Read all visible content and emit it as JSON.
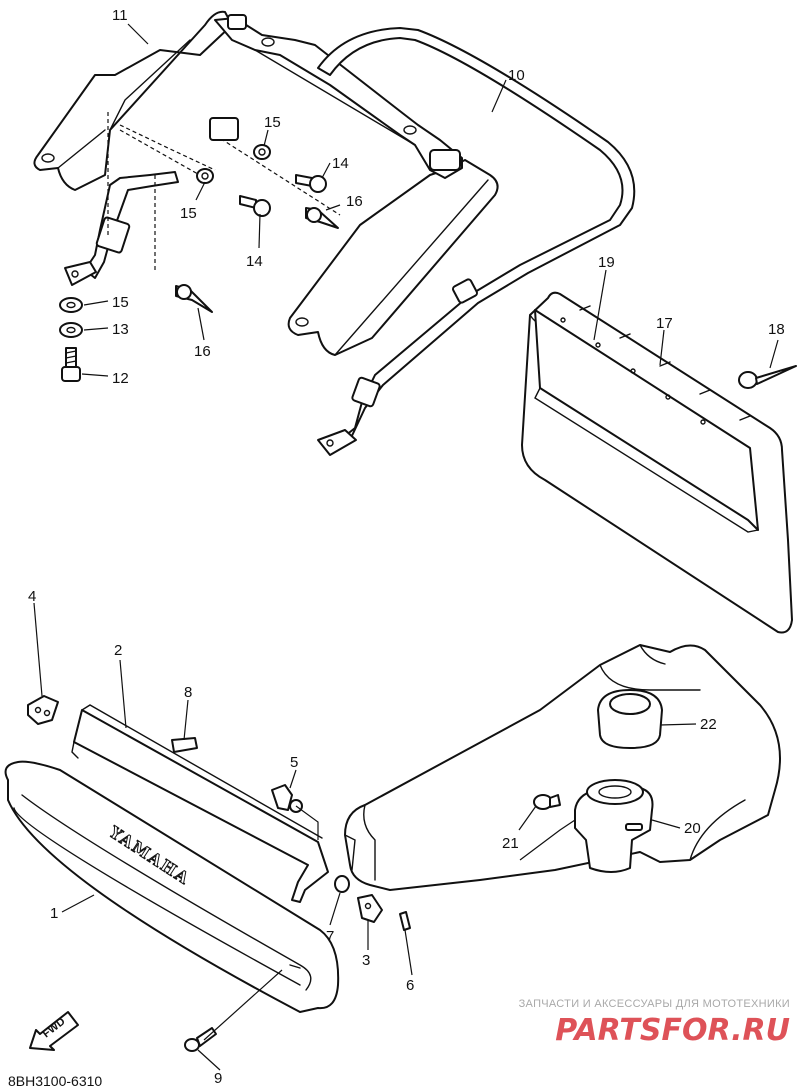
{
  "callouts": [
    {
      "id": "c11",
      "text": "11"
    },
    {
      "id": "c10",
      "text": "10"
    },
    {
      "id": "c15a",
      "text": "15"
    },
    {
      "id": "c15b",
      "text": "15"
    },
    {
      "id": "c14a",
      "text": "14"
    },
    {
      "id": "c16a",
      "text": "16"
    },
    {
      "id": "c14b",
      "text": "14"
    },
    {
      "id": "c15c",
      "text": "15"
    },
    {
      "id": "c13",
      "text": "13"
    },
    {
      "id": "c12",
      "text": "12"
    },
    {
      "id": "c16b",
      "text": "16"
    },
    {
      "id": "c19",
      "text": "19"
    },
    {
      "id": "c17",
      "text": "17"
    },
    {
      "id": "c18",
      "text": "18"
    },
    {
      "id": "c4",
      "text": "4"
    },
    {
      "id": "c2",
      "text": "2"
    },
    {
      "id": "c8",
      "text": "8"
    },
    {
      "id": "c5",
      "text": "5"
    },
    {
      "id": "c22",
      "text": "22"
    },
    {
      "id": "c21",
      "text": "21"
    },
    {
      "id": "c20",
      "text": "20"
    },
    {
      "id": "c1",
      "text": "1"
    },
    {
      "id": "c7",
      "text": "7"
    },
    {
      "id": "c3",
      "text": "3"
    },
    {
      "id": "c6",
      "text": "6"
    },
    {
      "id": "c9",
      "text": "9"
    }
  ],
  "brand_text": "YAMAHA",
  "direction_label": "FWD",
  "diagram_code": "8BH3100-6310",
  "watermark": {
    "tagline": "ЗАПЧАСТИ И АКСЕССУАРЫ ДЛЯ МОТОТЕХНИКИ",
    "logo": "PARTSFOR.RU",
    "color": "#d9343c"
  }
}
